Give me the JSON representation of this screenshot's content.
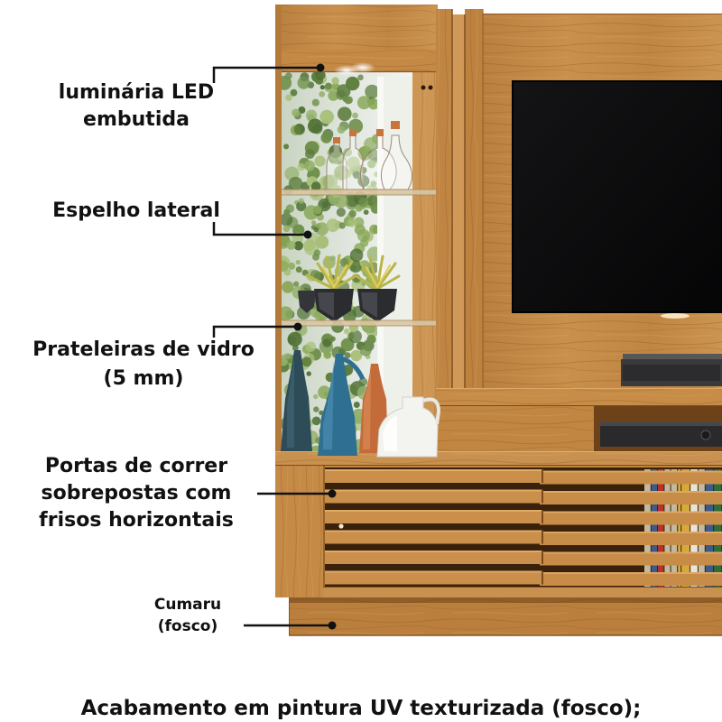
{
  "callouts": [
    {
      "lines": [
        "luminária LED",
        "embutida"
      ]
    },
    {
      "lines": [
        "Espelho lateral"
      ]
    },
    {
      "lines": [
        "Prateleiras de vidro",
        "(5 mm)"
      ]
    },
    {
      "lines": [
        "Portas de correr",
        "sobrepostas com",
        "frisos horizontais"
      ]
    },
    {
      "lines": [
        "Cumaru",
        "(fosco)"
      ]
    }
  ],
  "footer": "Acabamento em pintura UV texturizada (fosco);",
  "colors": {
    "background": "#ffffff",
    "text": "#111111",
    "wood": "#c48a45",
    "tv_screen": "#0b0b0c"
  }
}
